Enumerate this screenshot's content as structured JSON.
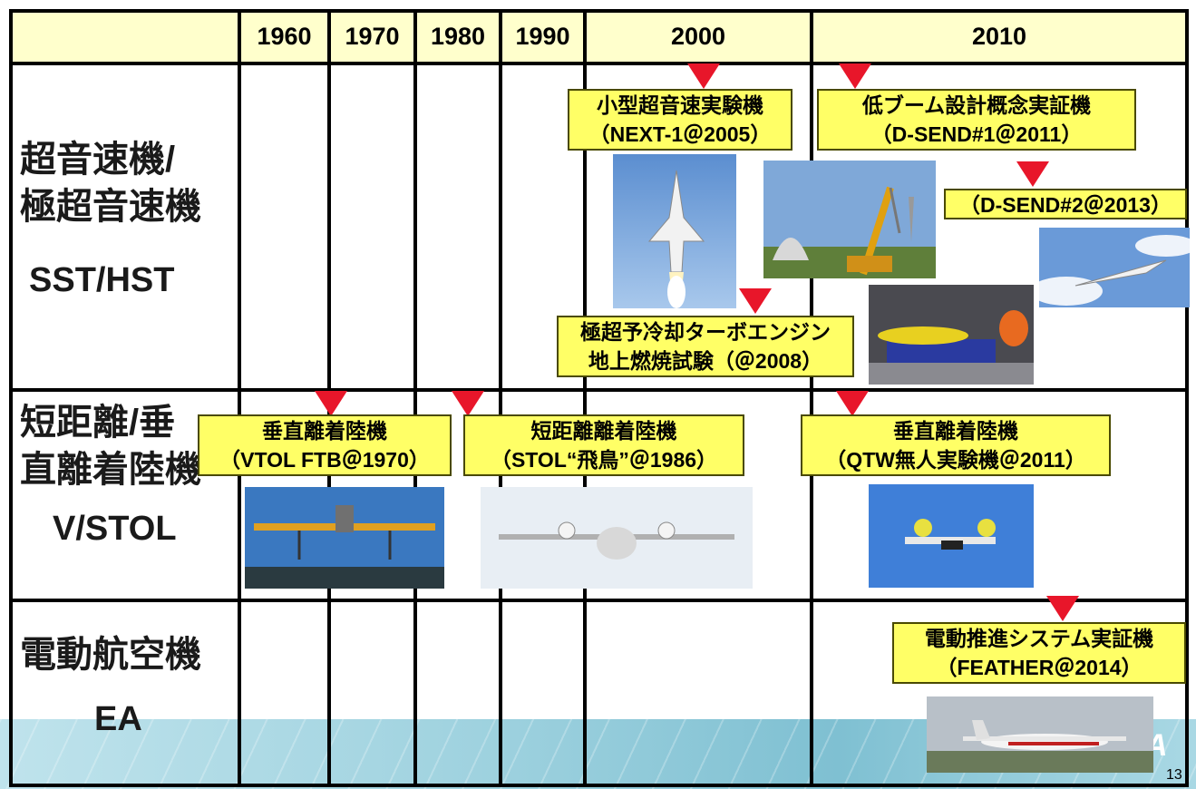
{
  "table": {
    "decades": [
      "1960",
      "1970",
      "1980",
      "1990",
      "2000",
      "2010"
    ],
    "rows": [
      {
        "jp": "超音速機/\n極超音速機",
        "en": "SST/HST"
      },
      {
        "jp": "短距離/垂\n直離着陸機",
        "en": "V/STOL"
      },
      {
        "jp": "電動航空機",
        "en": "EA"
      }
    ]
  },
  "milestones": {
    "next1": {
      "line1": "小型超音速実験機",
      "line2": "（NEXT-1＠2005）"
    },
    "dsend1": {
      "line1": "低ブーム設計概念実証機",
      "line2": "（D-SEND#1＠2011）"
    },
    "dsend2": {
      "line1": "（D-SEND#2＠2013）"
    },
    "engine": {
      "line1": "極超予冷却ターボエンジン",
      "line2": "地上燃焼試験（＠2008）"
    },
    "vtol": {
      "line1": "垂直離着陸機",
      "line2": "（VTOL FTB＠1970）"
    },
    "stol": {
      "line1": "短距離離着陸機",
      "line2": "（STOL“飛鳥”＠1986）"
    },
    "qtw": {
      "line1": "垂直離着陸機",
      "line2": "（QTW無人実験機＠2011）"
    },
    "feather": {
      "line1": "電動推進システム実証機",
      "line2": "（FEATHER＠2014）"
    }
  },
  "footer": {
    "page_number": "13",
    "logo": "A"
  },
  "colors": {
    "header_bg": "#ffffcc",
    "label_bg": "#ffff66",
    "marker": "#e8162a"
  }
}
